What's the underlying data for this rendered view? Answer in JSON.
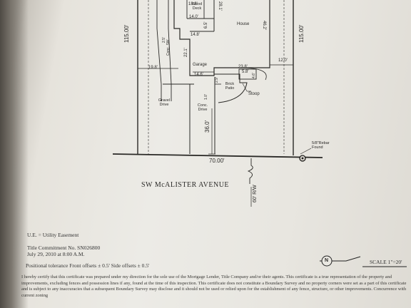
{
  "plat": {
    "labels": {
      "wood_deck": "Wood Deck",
      "house": "House",
      "garage": "Garage",
      "brick_patio": "Brick Patio",
      "stoop": "Stoop",
      "gravel_drive": "Gravel Drive",
      "conc_drive": "Conc. Drive",
      "conc_sw": "Conc. SW",
      "rebar": "5/8\"Rebar Found"
    },
    "dimensions": {
      "left_115": "115.00'",
      "right_115": "115.00'",
      "d_19_8": "19.8'",
      "d_12_0": "12.0'",
      "d_14_0": "14.0'",
      "d_14_8": "14.8'",
      "d_14_6": "14.6'",
      "d_22_1": "22.1'",
      "d_23_8": "23.8'",
      "d_5_8": "5.8'",
      "d_6_5": "6.5'",
      "d_46_2": "46.2'",
      "d_28_1": "28.1'",
      "d_36_0": "36.0'",
      "d_70_00": "70.00'",
      "d_2_5": "2.5'",
      "d_1_0": "1.0'",
      "d_4_6": "4.6'",
      "d_2_9": "2.9'",
      "d_18_8": "18.8'"
    },
    "street": "SW McALISTER AVENUE",
    "right_of_way": "60' R/W"
  },
  "notes": {
    "easement": "U.E. = Utility Easement",
    "title_commitment": "Title Commitment No. SN026800",
    "date": "July 29, 2010 at 8:00 A.M.",
    "tolerance": "Positional tolerance   Front offsets ± 0.5'   Side offsets ± 0.5'",
    "north": "N",
    "scale": "SCALE 1\"=20'",
    "certification": "I hereby certify that this certificate was prepared under my direction for the sole use of the Mortgage Lender, Title Company and/or their agents. This certificate is a true representation of the property and improvements, excluding fences and possession lines if any, found at the time of this inspection. This certificate does not constitute a Boundary Survey and no property corners were set as a part of this certificate and is subject to any inaccuracies that a subsequent Boundary Survey may disclose and it should not be used or relied upon for the establishment of any fence, structure, or other improvements. Concurrence with current zoning"
  }
}
